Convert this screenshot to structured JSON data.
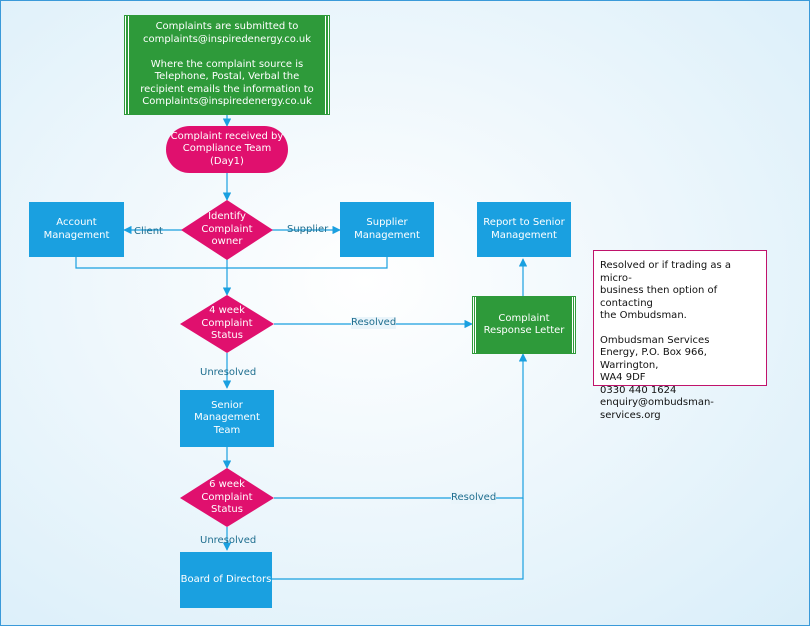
{
  "colors": {
    "blue": "#1aa0e0",
    "green": "#2e9a3a",
    "magenta": "#e0106e",
    "connector": "#1aa0e0",
    "note_border": "#c0136b"
  },
  "nodes": {
    "intro": {
      "lines": [
        "Complaints are submitted to",
        "complaints@inspiredenergy.co.uk",
        "",
        "Where the complaint source is",
        "Telephone, Postal, Verbal the",
        "recipient emails the information to",
        "Complaints@inspiredenergy.co.uk"
      ]
    },
    "received": {
      "lines": [
        "Complaint received by",
        "Compliance Team (Day1)"
      ]
    },
    "identify_owner": {
      "lines": [
        "Identify",
        "Complaint",
        "owner"
      ]
    },
    "account_mgmt": {
      "lines": [
        "Account",
        "Management"
      ]
    },
    "supplier_mgmt": {
      "lines": [
        "Supplier",
        "Management"
      ]
    },
    "report_senior": {
      "lines": [
        "Report to Senior",
        "Management"
      ]
    },
    "four_week": {
      "lines": [
        "4 week",
        "Complaint",
        "Status"
      ]
    },
    "response_letter": {
      "lines": [
        "Complaint",
        "Response Letter"
      ]
    },
    "senior_team": {
      "lines": [
        "Senior",
        "Management",
        "Team"
      ]
    },
    "six_week": {
      "lines": [
        "6 week",
        "Complaint",
        "Status"
      ]
    },
    "board": {
      "lines": [
        "Board of Directors"
      ]
    }
  },
  "edge_labels": {
    "client": "Client",
    "supplier": "Supplier",
    "resolved_1": "Resolved",
    "unresolved_1": "Unresolved",
    "resolved_2": "Resolved",
    "unresolved_2": "Unresolved"
  },
  "note": {
    "para1": [
      "Resolved or if trading as a micro-",
      "business then option of contacting",
      "the Ombudsman."
    ],
    "para2": [
      "Ombudsman Services",
      "Energy, P.O. Box 966, Warrington,",
      "WA4 9DF",
      "0330 440 1624",
      "enquiry@ombudsman-services.org"
    ]
  }
}
